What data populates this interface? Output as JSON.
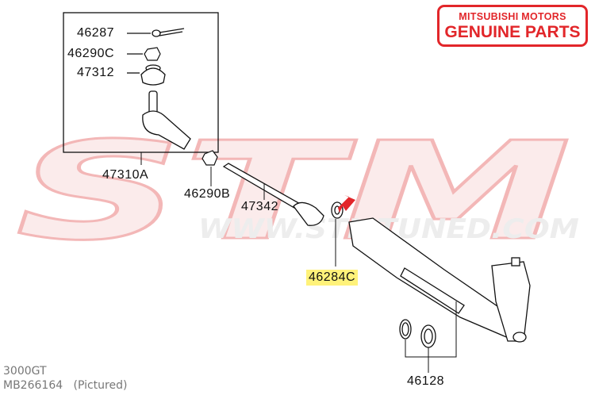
{
  "logo": {
    "line1": "MITSUBISHI MOTORS",
    "line2": "GENUINE PARTS",
    "color": "#e2262a"
  },
  "watermark": {
    "letters": "STM",
    "url": "WWW.STMTUNED.COM"
  },
  "parts": {
    "p46287": "46287",
    "p46290C": "46290C",
    "p47312": "47312",
    "p47310A": "47310A",
    "p46290B": "46290B",
    "p47342": "47342",
    "p46284C": "46284C",
    "p46128": "46128"
  },
  "highlight": {
    "part": "46284C",
    "color": "#fff27a",
    "arrow_color": "#e2262a"
  },
  "footer": {
    "model": "3000GT",
    "part_number": "MB266164",
    "note": "(Pictured)"
  }
}
